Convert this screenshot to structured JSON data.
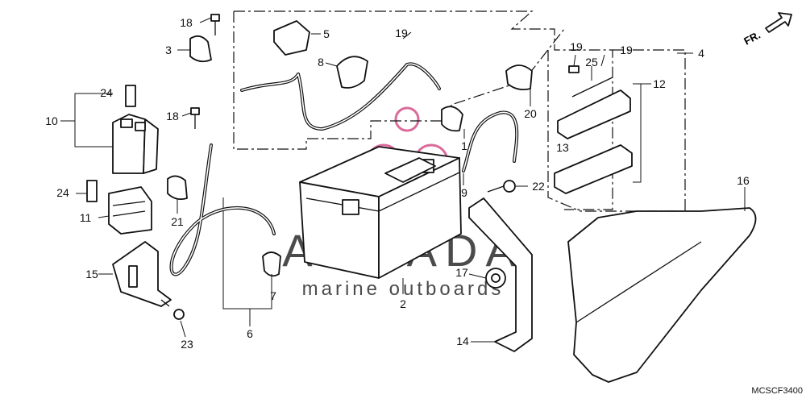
{
  "diagram": {
    "code": "MCSCF3400",
    "direction_label": "FR.",
    "colors": {
      "line": "#111111",
      "watermark_text": "#4b4b4b",
      "watermark_logo": "#d4528a"
    }
  },
  "watermark": {
    "brand": "ARMADA",
    "tagline": "marine outboards"
  },
  "callouts": [
    {
      "id": "18a",
      "label": "18"
    },
    {
      "id": "5",
      "label": "5"
    },
    {
      "id": "19a",
      "label": "19"
    },
    {
      "id": "19b",
      "label": "19"
    },
    {
      "id": "19c",
      "label": "19"
    },
    {
      "id": "25",
      "label": "25"
    },
    {
      "id": "4",
      "label": "4"
    },
    {
      "id": "3",
      "label": "3"
    },
    {
      "id": "8",
      "label": "8"
    },
    {
      "id": "12",
      "label": "12"
    },
    {
      "id": "24a",
      "label": "24"
    },
    {
      "id": "20",
      "label": "20"
    },
    {
      "id": "10",
      "label": "10"
    },
    {
      "id": "18b",
      "label": "18"
    },
    {
      "id": "1",
      "label": "1"
    },
    {
      "id": "13",
      "label": "13"
    },
    {
      "id": "9",
      "label": "9"
    },
    {
      "id": "16",
      "label": "16"
    },
    {
      "id": "24b",
      "label": "24"
    },
    {
      "id": "22",
      "label": "22"
    },
    {
      "id": "11",
      "label": "11"
    },
    {
      "id": "21",
      "label": "21"
    },
    {
      "id": "15",
      "label": "15"
    },
    {
      "id": "17",
      "label": "17"
    },
    {
      "id": "7",
      "label": "7"
    },
    {
      "id": "2",
      "label": "2"
    },
    {
      "id": "6",
      "label": "6"
    },
    {
      "id": "14",
      "label": "14"
    },
    {
      "id": "23",
      "label": "23"
    }
  ]
}
